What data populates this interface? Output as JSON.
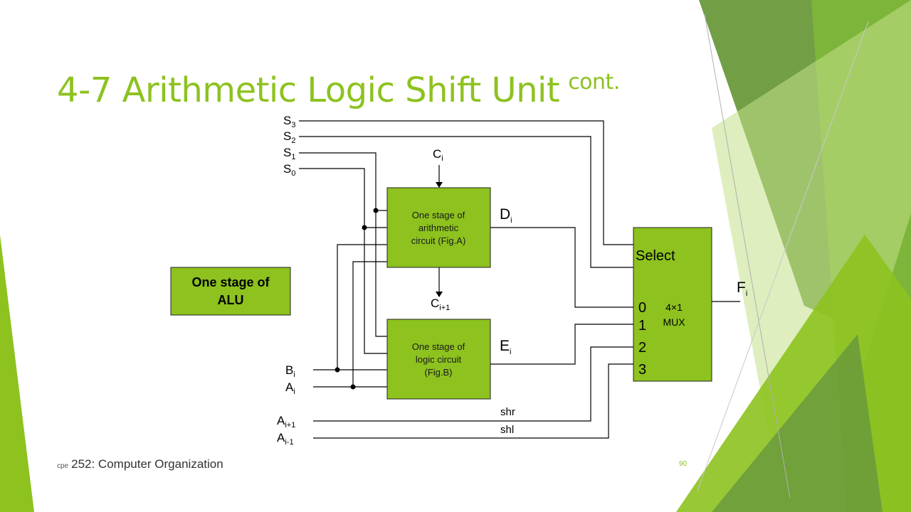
{
  "slide": {
    "title_main": "4-7 Arithmetic Logic Shift Unit",
    "title_sup": "cont.",
    "footer_prefix": "cpe",
    "footer_course": "252: Computer Organization",
    "page_number": "90"
  },
  "colors": {
    "accent": "#8dc21f",
    "box_fill": "#8dc21f",
    "decor_dark": "#6a9a3c",
    "decor_mid": "#7cb53a",
    "decor_light": "#c5e08a"
  },
  "diagram": {
    "select_inputs": [
      {
        "base": "S",
        "sub": "3"
      },
      {
        "base": "S",
        "sub": "2"
      },
      {
        "base": "S",
        "sub": "1"
      },
      {
        "base": "S",
        "sub": "0"
      }
    ],
    "carry_in": {
      "base": "C",
      "sub": "i"
    },
    "carry_out": {
      "base": "C",
      "sub": "i+1"
    },
    "arith_box": [
      "One stage of",
      "arithmetic",
      "circuit (Fig.A)"
    ],
    "logic_box": [
      "One stage of",
      "logic circuit",
      "(Fig.B)"
    ],
    "out_d": {
      "base": "D",
      "sub": "i"
    },
    "out_e": {
      "base": "E",
      "sub": "i"
    },
    "data_inputs": [
      {
        "base": "B",
        "sub": "i"
      },
      {
        "base": "A",
        "sub": "i"
      },
      {
        "base": "A",
        "sub": "i+1"
      },
      {
        "base": "A",
        "sub": "i-1"
      }
    ],
    "shr": "shr",
    "shl": "shl",
    "mux": {
      "select_label": "Select",
      "inputs": [
        "0",
        "1",
        "2",
        "3"
      ],
      "type_line1": "4×1",
      "type_line2": "MUX"
    },
    "output": {
      "base": "F",
      "sub": "i"
    },
    "alu_label": [
      "One stage of",
      "ALU"
    ]
  }
}
